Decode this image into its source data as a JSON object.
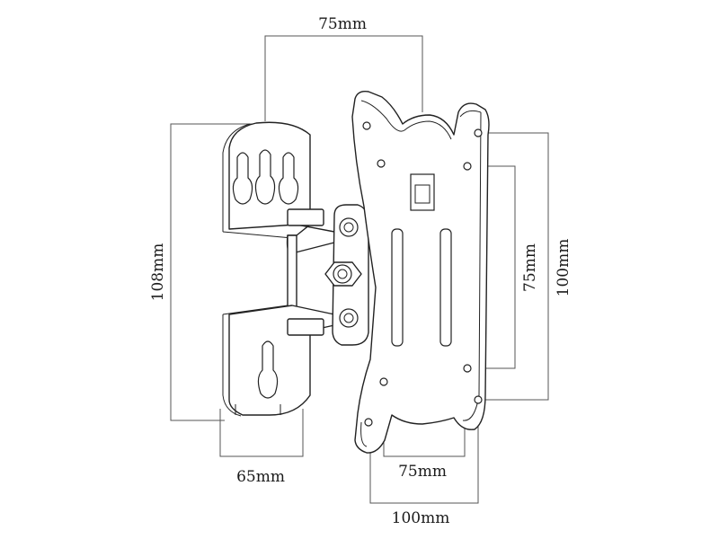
{
  "dimensions": {
    "top_width": "75mm",
    "wall_plate_height": "108mm",
    "wall_plate_width": "65mm",
    "vesa_inner_vertical": "75mm",
    "vesa_outer_vertical": "100mm",
    "vesa_inner_horizontal": "75mm",
    "vesa_outer_horizontal": "100mm"
  },
  "colors": {
    "line": "#222222",
    "dimension_line": "#555555",
    "background": "#ffffff"
  }
}
